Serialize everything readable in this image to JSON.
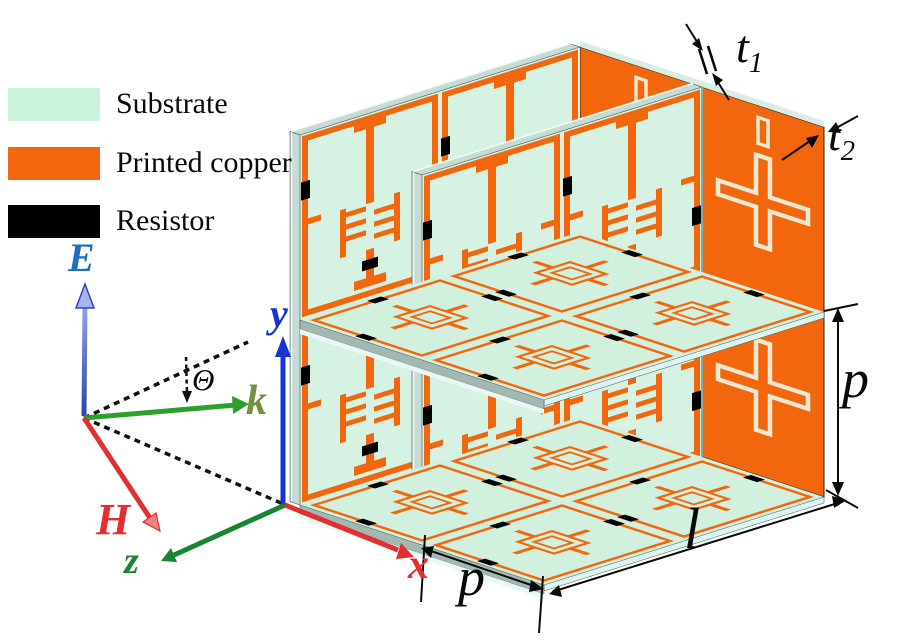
{
  "legend": {
    "items": [
      {
        "label": "Substrate",
        "color": "#C9F3DB"
      },
      {
        "label": "Printed copper",
        "color": "#F2670D"
      },
      {
        "label": "Resistor",
        "color": "#000000"
      }
    ]
  },
  "axes": {
    "wave": {
      "E": "E",
      "k": "k",
      "H": "H",
      "theta": "Θ"
    },
    "spatial": {
      "x": "x",
      "y": "y",
      "z": "z"
    },
    "colors": {
      "E": "#1E6FC0",
      "y": "#1535CF",
      "k": "#76903F",
      "H": "#E62C2C",
      "x": "#E62C2C",
      "z": "#17862F",
      "k_arrow": "#2BA02B",
      "theta": "#0A0A0A"
    }
  },
  "dimensions": {
    "t1": {
      "base": "t",
      "sub": "1"
    },
    "t2": {
      "base": "t",
      "sub": "2"
    },
    "p_right": "p",
    "p_bottom": "p",
    "l": "l"
  },
  "materials": {
    "substrate_face": "#D5F2E2",
    "shelf_face": "#D2F0DE",
    "copper": "#F2670D",
    "resistor": "#000000",
    "slot_outline": "#EFE9D2",
    "edge_gray": "#C6DBD3",
    "edge_dark_gray": "#A2B8B1",
    "edge_cyan": "#DDF5F0"
  }
}
